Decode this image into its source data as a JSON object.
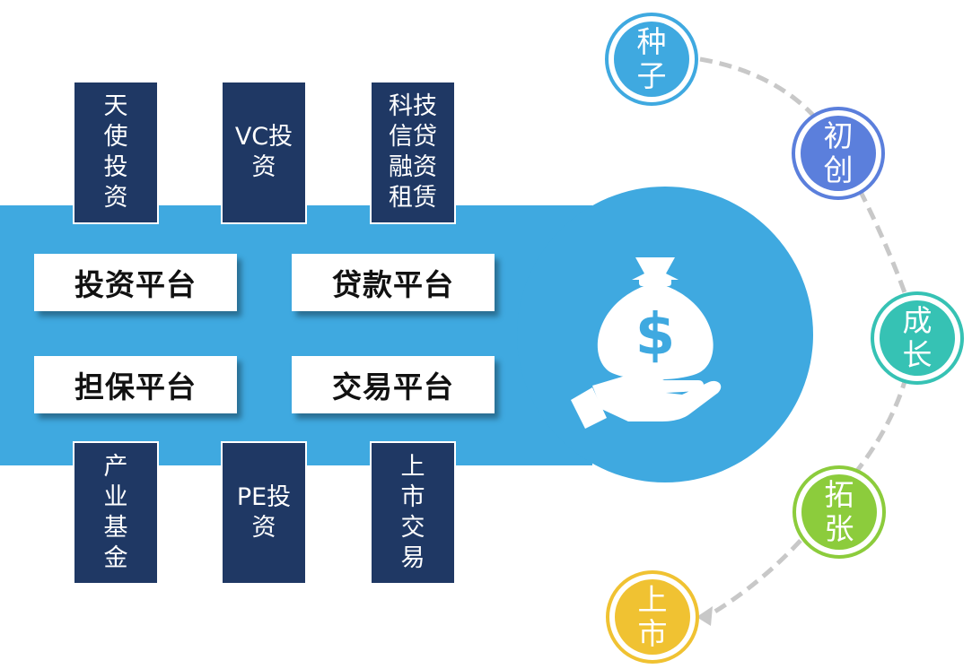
{
  "top_boxes": [
    {
      "text": "天使投资"
    },
    {
      "text": "VC投资"
    },
    {
      "text": "科技信贷融资租赁"
    }
  ],
  "platforms": [
    {
      "text": "投资平台"
    },
    {
      "text": "贷款平台"
    },
    {
      "text": "担保平台"
    },
    {
      "text": "交易平台"
    }
  ],
  "bottom_boxes": [
    {
      "text": "产业基金"
    },
    {
      "text": "PE投资"
    },
    {
      "text": "上市交易"
    }
  ],
  "stages": [
    {
      "text": "种子",
      "color": "#3fa9e0"
    },
    {
      "text": "初创",
      "color": "#5b7fdc"
    },
    {
      "text": "成长",
      "color": "#36c2b4"
    },
    {
      "text": "拓张",
      "color": "#8ccc3c"
    },
    {
      "text": "上市",
      "color": "#f0c232"
    }
  ],
  "colors": {
    "band": "#3fa9e0",
    "box": "#1f3864",
    "arrow": "#c8c8c8"
  },
  "icons": {
    "center": "money-bag-hand-icon"
  }
}
